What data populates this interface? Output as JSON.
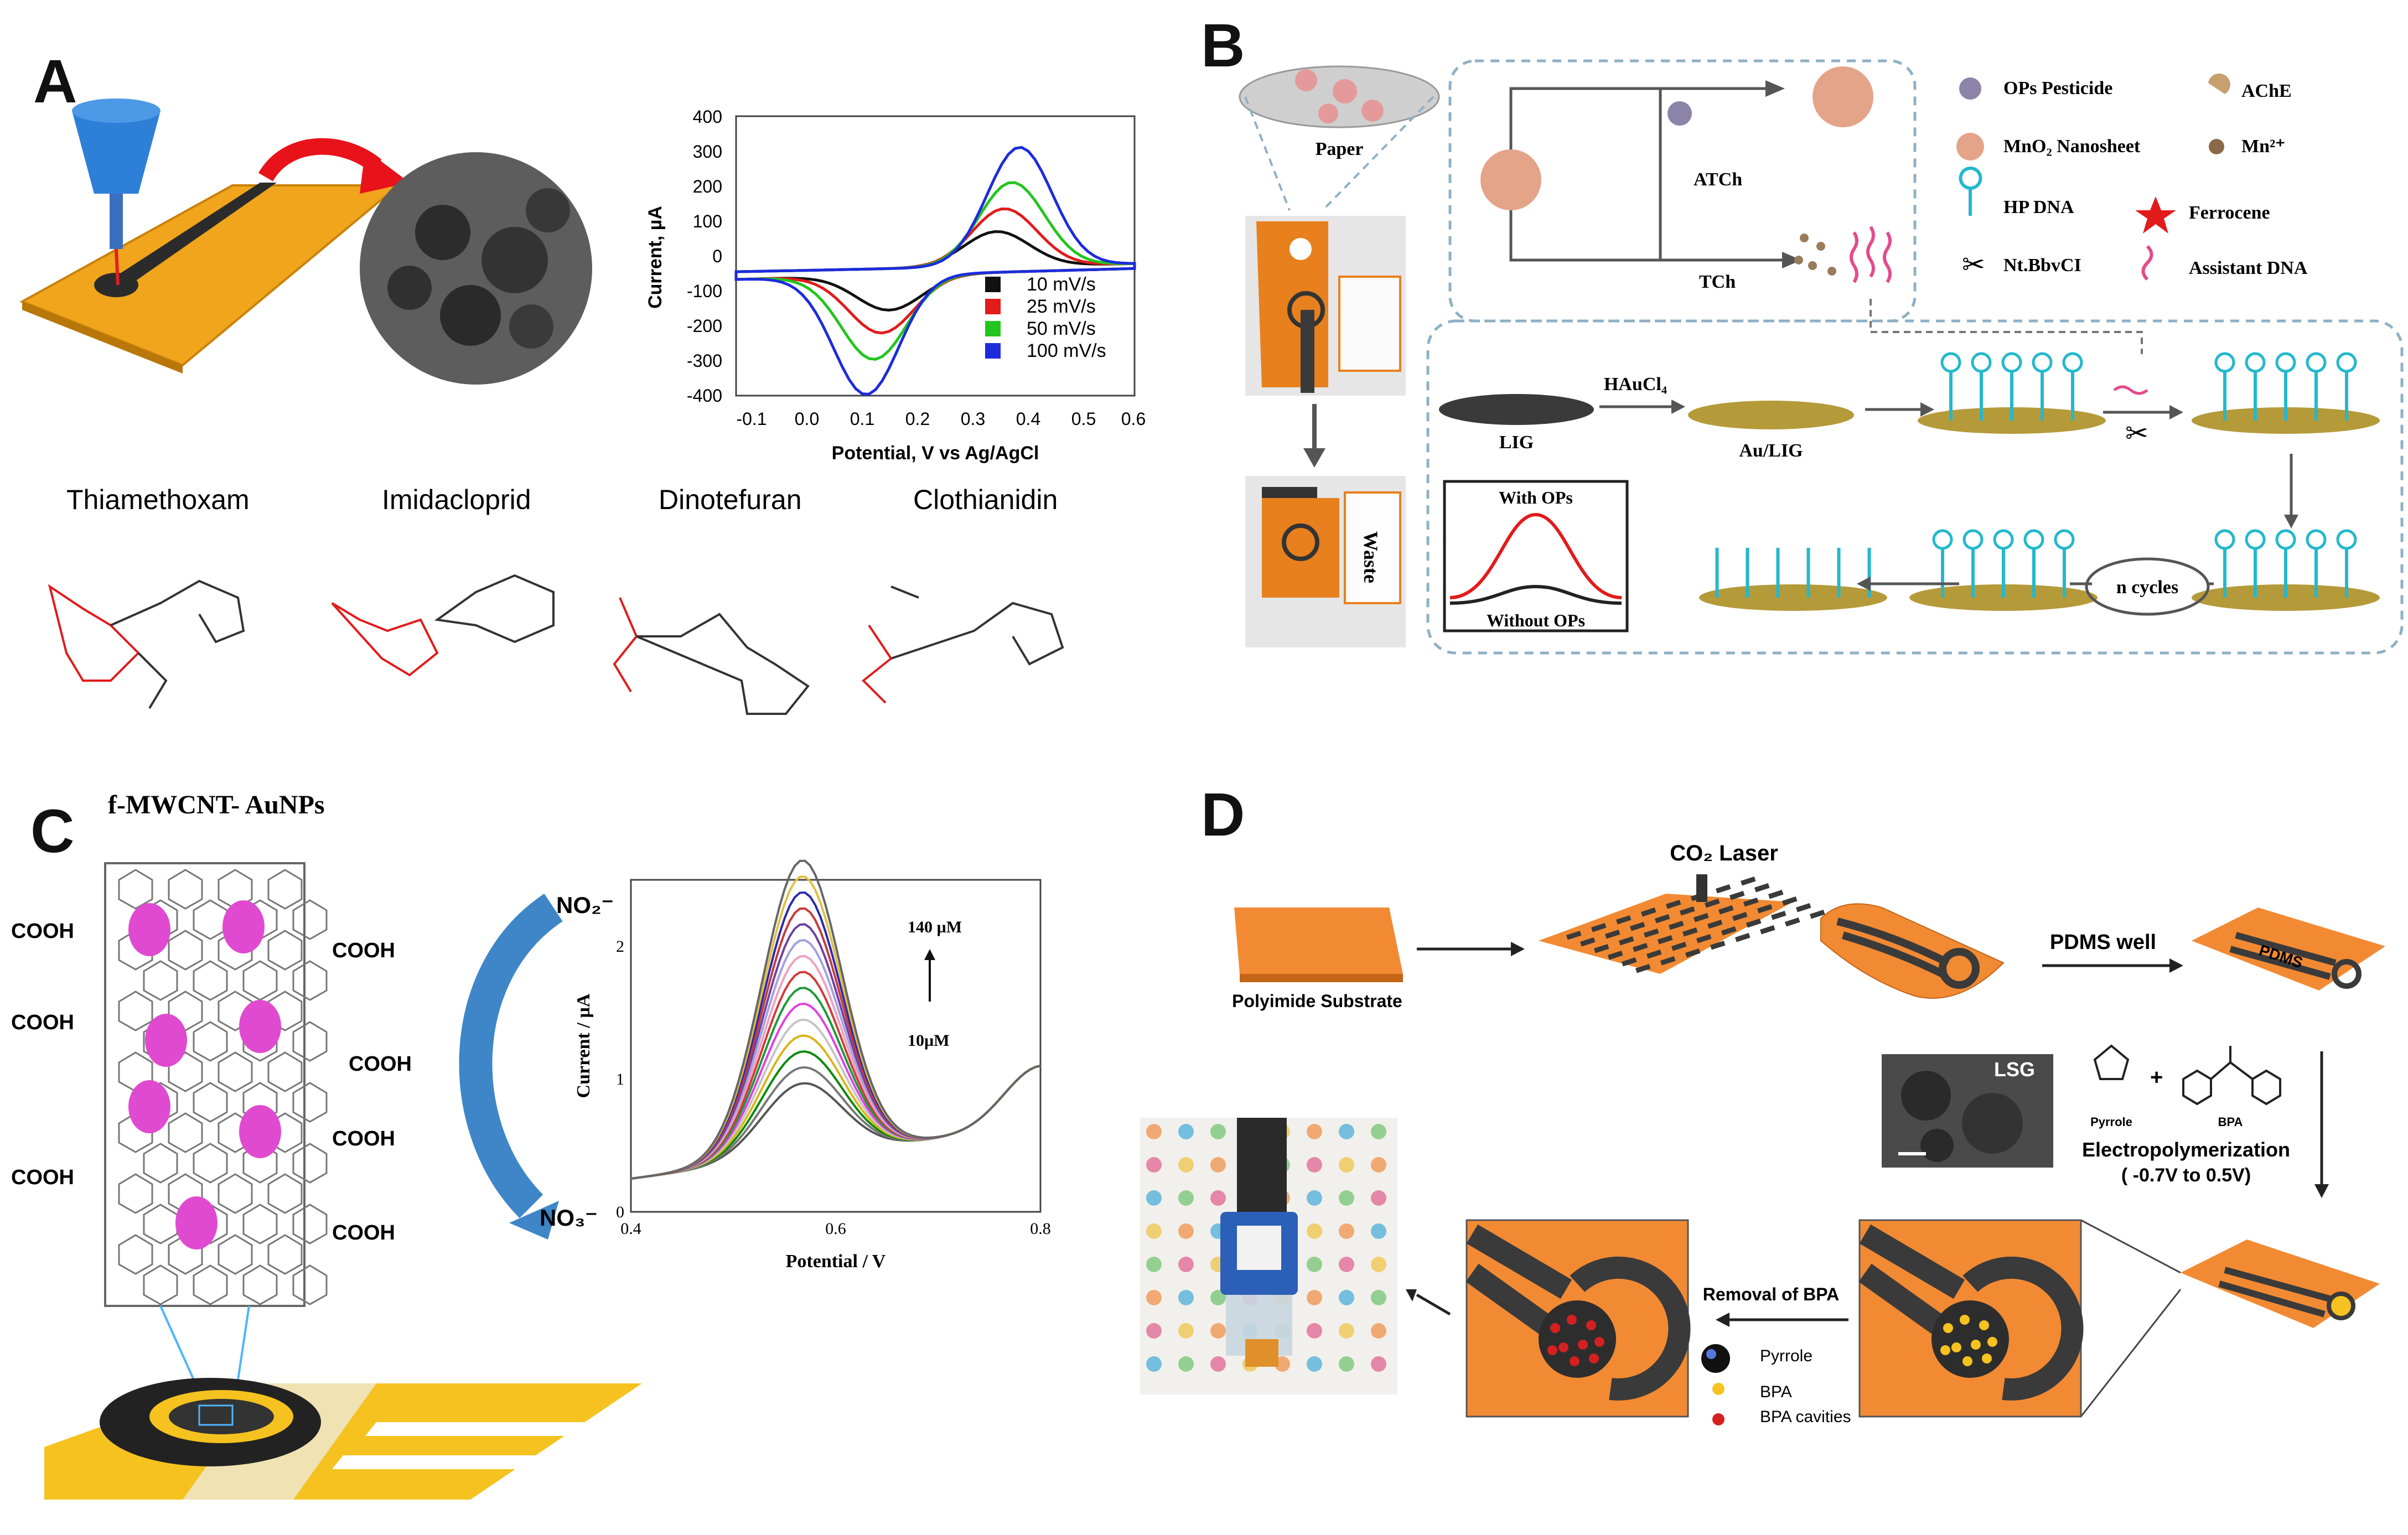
{
  "panels": {
    "A": {
      "letter": "A",
      "cv_chart": {
        "xlabel": "Potential, V vs Ag/AgCl",
        "ylabel": "Current, µA",
        "xticks": [
          "-0.1",
          "0.0",
          "0.1",
          "0.2",
          "0.3",
          "0.4",
          "0.5",
          "0.6"
        ],
        "yticks": [
          "400",
          "300",
          "200",
          "100",
          "0",
          "-100",
          "-200",
          "-300",
          "-400"
        ],
        "legend": [
          "10 mV/s",
          "25 mV/s",
          "50 mV/s",
          "100 mV/s"
        ]
      },
      "compounds": [
        "Thiamethoxam",
        "Imidacloprid",
        "Dinotefuran",
        "Clothianidin"
      ]
    },
    "B": {
      "letter": "B",
      "paper_label": "Paper",
      "waste_label": "Waste",
      "atch_label": "ATCh",
      "tch_label": "TCh",
      "haucl4_label": "HAuCl₄",
      "lig_label": "LIG",
      "aulig_label": "Au/LIG",
      "ncycles_label": "n cycles",
      "with_ops": "With OPs",
      "without_ops": "Without OPs",
      "legend": {
        "ops": "OPs Pesticide",
        "ache": "AChE",
        "mno2": "MnO₂ Nanosheet",
        "mn": "Mn²⁺",
        "hpdna": "HP DNA",
        "ferrocene": "Ferrocene",
        "nt": "Nt.BbvCI",
        "assistant": "Assistant DNA"
      }
    },
    "C": {
      "letter": "C",
      "title": "f-MWCNT- AuNPs",
      "cooh": "COOH",
      "no2": "NO₂⁻",
      "no3": "NO₃⁻",
      "chart": {
        "xlabel": "Potential / V",
        "ylabel": "Current / µA",
        "xticks": [
          "0.4",
          "0.6",
          "0.8"
        ],
        "yticks": [
          "0",
          "1",
          "2"
        ],
        "top_label": "140 µM",
        "bottom_label": "10µM"
      }
    },
    "D": {
      "letter": "D",
      "co2_laser": "CO₂ Laser",
      "polyimide": "Polyimide Substrate",
      "pdms_well": "PDMS well",
      "pdms": "PDMS",
      "lsg": "LSG",
      "pyrrole_small": "Pyrrole",
      "bpa_small": "BPA",
      "electropolymerization": "Electropolymerization",
      "range": "( -0.7V to  0.5V)",
      "removal": "Removal of BPA",
      "legend_pyrrole": "Pyrrole",
      "legend_bpa": "BPA",
      "legend_cavities": "BPA cavities"
    }
  },
  "colors": {
    "gold": "#f2b41c",
    "orange": "#f28a33",
    "red": "#e21b1b",
    "green": "#22c51e",
    "blue": "#1c2bdc",
    "cyan": "#24b8cc",
    "magenta": "#e04ad0",
    "dashed": "#8fb0c6"
  }
}
